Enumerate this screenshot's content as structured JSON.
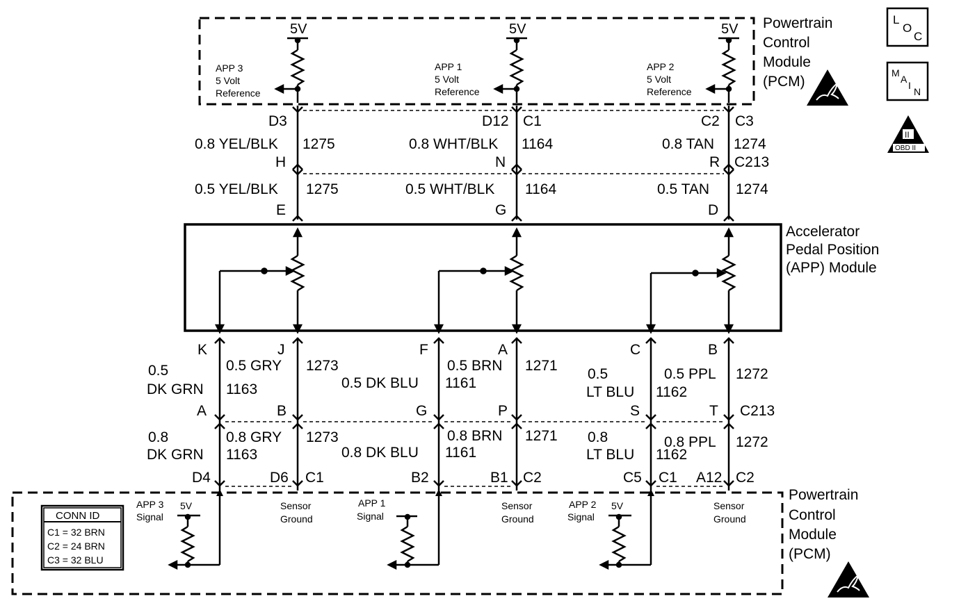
{
  "pcm_top": {
    "title": [
      "Powertrain",
      "Control",
      "Module",
      "(PCM)"
    ],
    "refs": [
      {
        "volt": "5V",
        "name": [
          "APP 3",
          "5 Volt",
          "Reference"
        ]
      },
      {
        "volt": "5V",
        "name": [
          "APP 1",
          "5 Volt",
          "Reference"
        ]
      },
      {
        "volt": "5V",
        "name": [
          "APP 2",
          "5 Volt",
          "Reference"
        ]
      }
    ]
  },
  "side_icons": {
    "loc": [
      "L",
      "O",
      "C"
    ],
    "main": [
      "M",
      "A",
      "I",
      "N"
    ],
    "obd": [
      "II",
      "OBD II"
    ]
  },
  "upper_wires": [
    {
      "pin_top": "D3",
      "conn_top": "",
      "wire1": "0.8 YEL/BLK",
      "circuit1": "1275",
      "pin_mid": "H",
      "wire2": "0.5 YEL/BLK",
      "circuit2": "1275",
      "pin_app": "E"
    },
    {
      "pin_top": "D12",
      "conn_top": "C1",
      "wire1": "0.8 WHT/BLK",
      "circuit1": "1164",
      "pin_mid": "N",
      "wire2": "0.5 WHT/BLK",
      "circuit2": "1164",
      "pin_app": "G"
    },
    {
      "pin_top": "C2",
      "conn_top": "C3",
      "wire1": "0.8 TAN",
      "circuit1": "1274",
      "pin_mid": "R",
      "conn_mid": "C213",
      "wire2": "0.5 TAN",
      "circuit2": "1274",
      "pin_app": "D"
    }
  ],
  "app_module": {
    "title": [
      "Accelerator",
      "Pedal Position",
      "(APP) Module"
    ]
  },
  "lower_wires": {
    "app_pins": [
      "K",
      "J",
      "F",
      "A",
      "C",
      "B"
    ],
    "mid_pins": [
      "A",
      "B",
      "G",
      "P",
      "S",
      "T"
    ],
    "mid_conn": "C213",
    "pcm_pins": [
      "D4",
      "D6",
      "B2",
      "B1",
      "C5",
      "A12"
    ],
    "pcm_conns": [
      "C1",
      "C2",
      "C1",
      "C2"
    ],
    "upper_labels": {
      "sig3_size": "0.5",
      "sig3_color": "DK GRN",
      "sig3_circuit": "1163",
      "gnd3": "0.5  GRY",
      "gnd3_circuit": "1273",
      "sig1": "0.5 DK BLU",
      "sig1_circuit": "1161",
      "gnd1": "0.5 BRN",
      "gnd1_circuit": "1271",
      "sig2_size": "0.5",
      "sig2_color": "LT BLU",
      "sig2_circuit": "1162",
      "gnd2": "0.5 PPL",
      "gnd2_circuit": "1272"
    },
    "lower_labels": {
      "sig3_size": "0.8",
      "sig3_color": "DK GRN",
      "sig3_circuit": "1163",
      "gnd3": "0.8  GRY",
      "gnd3_circuit": "1273",
      "sig1": "0.8 DK BLU",
      "sig1_circuit": "1161",
      "gnd1": "0.8 BRN",
      "gnd1_circuit": "1271",
      "sig2_size": "0.8",
      "sig2_color": "LT BLU",
      "sig2_circuit": "1162",
      "gnd2": "0.8 PPL",
      "gnd2_circuit": "1272"
    }
  },
  "pcm_bottom": {
    "title": [
      "Powertrain",
      "Control",
      "Module",
      "(PCM)"
    ],
    "signals": [
      {
        "name": [
          "APP 3",
          "Signal"
        ],
        "volt": "5V"
      },
      {
        "name": [
          "APP 1",
          "Signal"
        ],
        "volt": ""
      },
      {
        "name": [
          "APP 2",
          "Signal"
        ],
        "volt": "5V"
      }
    ],
    "grounds": [
      [
        "Sensor",
        "Ground"
      ],
      [
        "Sensor",
        "Ground"
      ],
      [
        "Sensor",
        "Ground"
      ]
    ],
    "conn_id": {
      "header": "CONN ID",
      "rows": [
        "C1 = 32 BRN",
        "C2 = 24 BRN",
        "C3 = 32 BLU"
      ]
    }
  }
}
